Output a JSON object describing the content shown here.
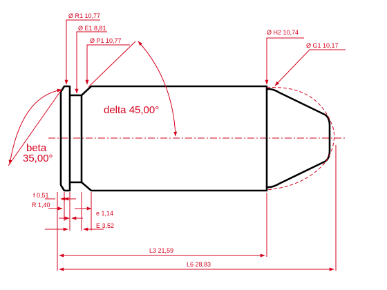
{
  "dimensions": {
    "r1": "Ø R1  10,77",
    "e1": "Ø E1  8,81",
    "p1": "Ø P1  10,77",
    "h2": "Ø H2  10,74",
    "g1": "Ø G1  10,17",
    "delta": "delta  45,00°",
    "beta_word": "beta",
    "beta_value": "35,00°",
    "f": "f  0,51",
    "r": "R  1,40",
    "e_small": "e  1,14",
    "e_big": "E  3,52",
    "l3": "L3  21,59",
    "l6": "L6  28,83"
  },
  "colors": {
    "outline": "#000000",
    "dimension": "#d6001c"
  }
}
